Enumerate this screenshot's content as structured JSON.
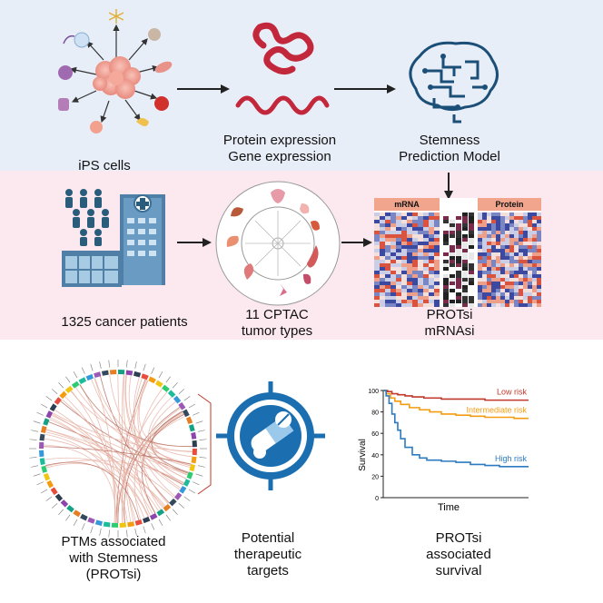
{
  "top": {
    "ips_label": "iPS cells",
    "expression_label": "Protein expression\nGene expression",
    "model_label": "Stemness\nPrediction Model"
  },
  "middle": {
    "patients_label": "1325 cancer patients",
    "tumors_label": "11 CPTAC\ntumor types",
    "scores_label": "PROTsi\nmRNAsi",
    "heatmap_left_title": "mRNA",
    "heatmap_right_title": "Protein"
  },
  "bottom": {
    "ptm_label": "PTMs associated\nwith Stemness\n(PROTsi)",
    "targets_label": "Potential\ntherapeutic\ntargets",
    "survival_label": "PROTsi\nassociated\nsurvival"
  },
  "chart_data": {
    "type": "line",
    "xlabel": "Time",
    "ylabel": "Survival",
    "ylim": [
      0,
      100
    ],
    "yticks": [
      0,
      20,
      40,
      60,
      80,
      100
    ],
    "series": [
      {
        "name": "Low risk",
        "color": "#c0392b",
        "x": [
          0,
          3,
          6,
          10,
          15,
          20,
          28,
          40,
          55,
          70,
          85,
          100
        ],
        "y": [
          100,
          99,
          97,
          96,
          95,
          94,
          93,
          92,
          92,
          91,
          91,
          91
        ]
      },
      {
        "name": "Intermediate risk",
        "color": "#f39c12",
        "x": [
          0,
          2,
          5,
          8,
          12,
          18,
          25,
          32,
          40,
          50,
          60,
          70,
          80,
          90,
          100
        ],
        "y": [
          100,
          97,
          93,
          90,
          87,
          84,
          82,
          80,
          78,
          77,
          76,
          75,
          75,
          74,
          74
        ]
      },
      {
        "name": "High risk",
        "color": "#2c7bc0",
        "x": [
          0,
          2,
          4,
          6,
          8,
          10,
          12,
          15,
          20,
          25,
          30,
          40,
          50,
          60,
          70,
          80,
          90,
          100
        ],
        "y": [
          100,
          95,
          88,
          78,
          70,
          63,
          55,
          47,
          40,
          37,
          35,
          34,
          33,
          31,
          30,
          29,
          29,
          29
        ]
      }
    ]
  }
}
